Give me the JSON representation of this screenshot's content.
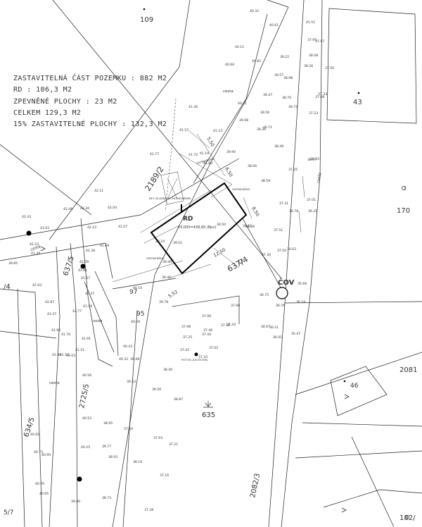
{
  "summary": [
    "ZASTAVITELNÁ ČÁST POZEMKU : 882 M2",
    "RD : 106,3 M2",
    "ZPEVNĚNÉ PLOCHY : 23 M2",
    "CELKEM 129,3 M2",
    "15% ZASTAVITELNÉ PLOCHY : 132,3 M2"
  ],
  "house": {
    "label": "RD",
    "level": "±0,000=439,60 (Bpv)"
  },
  "cov_label": "ČOV",
  "parcels": [
    "109",
    "43",
    "170",
    "2189/2",
    "637/4",
    "637/5",
    "635",
    "2081",
    "46",
    "2082/3",
    "634/5",
    "2725/5",
    "182/",
    "/4",
    "5/7",
    "97",
    "95"
  ],
  "roads": [
    "cesta",
    "cesta",
    "cesta",
    "cesta",
    "voda"
  ],
  "small_labels": [
    "ZATRAVNĚNO",
    "ZATRAVNĚNO",
    "ZATRAVNĚNO",
    "BET. DLAŽBA SE ZATRAVNĚNÍM",
    "POTOK (ZACVIČENÍ)"
  ],
  "dims": [
    "12,50",
    "5,52",
    "5,50",
    "6,50",
    "8,50"
  ],
  "spot_heights": [
    "40.32",
    "40.61",
    "40.11",
    "40.82",
    "40.66",
    "39.22",
    "39.57",
    "38.98",
    "39.47",
    "38.70",
    "40.41",
    "39.56",
    "39.73",
    "39.98",
    "40.71",
    "39.36",
    "38.49",
    "38.06",
    "39.90",
    "38.59",
    "38.36",
    "37.25",
    "37.31",
    "37.51",
    "36.78",
    "37.50",
    "36.62",
    "37.30",
    "36.75",
    "36.76",
    "36.24",
    "35.68",
    "41.36",
    "41.57",
    "41.77",
    "41.23",
    "41.19",
    "42.11",
    "42.30",
    "42.04",
    "42.48",
    "42.23",
    "41.57",
    "41.69",
    "42.38",
    "42.09",
    "43.02",
    "42.83",
    "42.23",
    "41.38",
    "42.87",
    "43.37",
    "41.96",
    "41.70",
    "41.53",
    "41.81",
    "41.67",
    "42.37",
    "41.59",
    "42.77",
    "41.91",
    "41.51",
    "40.43",
    "40.10",
    "40.32",
    "39.48",
    "39.40",
    "39.01",
    "38.24",
    "39.50",
    "38.61",
    "39.78",
    "37.98",
    "37.46",
    "37.44",
    "37.06",
    "37.98",
    "37.43",
    "37.16",
    "37.25",
    "37.42",
    "37.10",
    "37.02",
    "36.67",
    "36.21",
    "36.01",
    "38.40",
    "39.53",
    "39.56",
    "38.87",
    "38.95",
    "37.59",
    "37.93",
    "37.21",
    "38.16",
    "37.16",
    "37.28",
    "38.73",
    "39.80",
    "40.52",
    "40.56",
    "40.25",
    "39.77",
    "38.93",
    "40.95",
    "40.70",
    "40.65",
    "40.73",
    "40.92",
    "41.96",
    "39.85",
    "42.43",
    "43.03",
    "41.51",
    "38.08",
    "37.95",
    "38.26",
    "37.97",
    "37.68",
    "38.07",
    "37.56",
    "37.33",
    "37.23",
    "36.15",
    "36.25",
    "37.01",
    "35.47",
    "39.40",
    "40.09",
    "41.72",
    "41.80"
  ]
}
